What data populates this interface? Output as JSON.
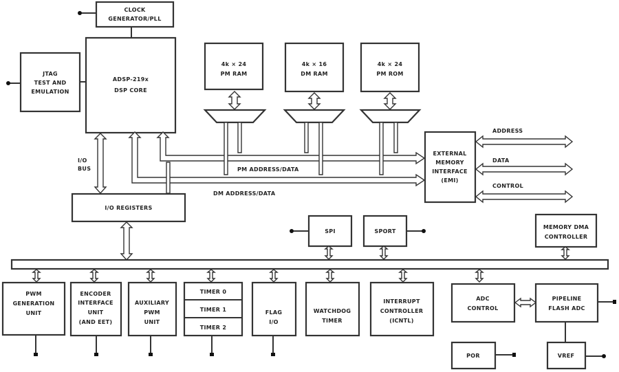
{
  "diagram": {
    "blocks": {
      "clock": [
        "CLOCK",
        "GENERATOR/PLL"
      ],
      "jtag": [
        "JTAG",
        "TEST AND",
        "EMULATION"
      ],
      "dsp_core": [
        "ADSP-219x",
        "DSP CORE"
      ],
      "pm_ram": [
        "4k × 24",
        "PM RAM"
      ],
      "dm_ram": [
        "4k × 16",
        "DM RAM"
      ],
      "pm_rom": [
        "4k × 24",
        "PM ROM"
      ],
      "emi": [
        "EXTERNAL",
        "MEMORY",
        "INTERFACE",
        "(EMI)"
      ],
      "io_registers": [
        "I/O REGISTERS"
      ],
      "spi": [
        "SPI"
      ],
      "sport": [
        "SPORT"
      ],
      "memory_dma": [
        "MEMORY DMA",
        "CONTROLLER"
      ],
      "pwm_gen": [
        "PWM",
        "GENERATION",
        "UNIT"
      ],
      "encoder": [
        "ENCODER",
        "INTERFACE",
        "UNIT",
        "(AND EET)"
      ],
      "aux_pwm": [
        "AUXILIARY",
        "PWM",
        "UNIT"
      ],
      "timers": [
        "TIMER 0",
        "TIMER 1",
        "TIMER 2"
      ],
      "flag_io": [
        "FLAG",
        "I/O"
      ],
      "watchdog": [
        "WATCHDOG",
        "TIMER"
      ],
      "interrupt": [
        "INTERRUPT",
        "CONTROLLER",
        "(ICNTL)"
      ],
      "adc_control": [
        "ADC",
        "CONTROL"
      ],
      "pipeline_adc": [
        "PIPELINE",
        "FLASH ADC"
      ],
      "por": [
        "POR"
      ],
      "vref": [
        "VREF"
      ]
    },
    "bus_labels": {
      "io_bus": [
        "I/O",
        "BUS"
      ],
      "pm_bus": "PM ADDRESS/DATA",
      "dm_bus": "DM ADDRESS/DATA",
      "address": "ADDRESS",
      "data": "DATA",
      "control": "CONTROL"
    }
  }
}
